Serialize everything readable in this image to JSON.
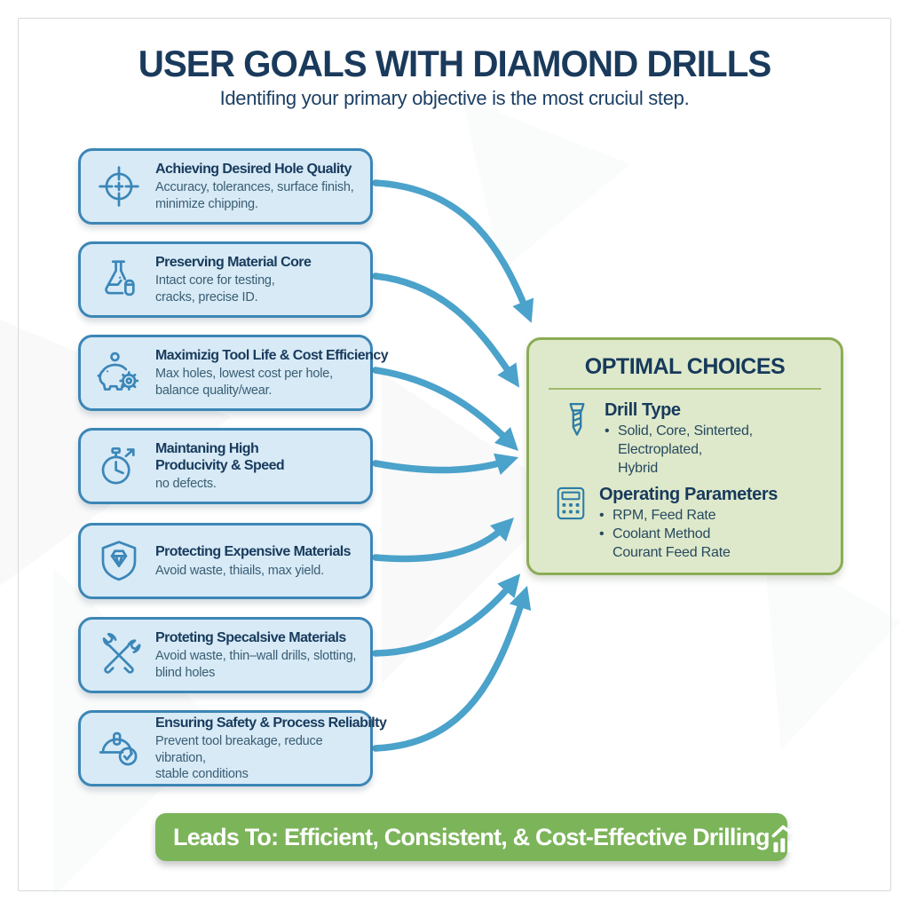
{
  "header": {
    "title": "USER GOALS WITH DIAMOND DRILLS",
    "subtitle": "Identifing your primary objective is the most cruciul step."
  },
  "goals": [
    {
      "icon": "crosshair-target-icon",
      "title": "Achieving Desired Hole Quality",
      "description": "Accuracy, tolerances, surface finish,\nminimize chipping."
    },
    {
      "icon": "flask-icon",
      "title": "Preserving Material Core",
      "description": "Intact core for testing,\ncracks, precise ID."
    },
    {
      "icon": "piggy-bank-gear-icon",
      "title": "Maximizig Tool Life & Cost Efficiency",
      "description": "Max holes, lowest cost per hole,\nbalance quality/wear."
    },
    {
      "icon": "stopwatch-icon",
      "title": "Maintaning High\nProducivity & Speed",
      "description": "no defects."
    },
    {
      "icon": "shield-diamond-icon",
      "title": "Protecting Expensive Materials",
      "description": "Avoid waste, thiails, max yield."
    },
    {
      "icon": "crossed-tools-icon",
      "title": "Proteting Specalsive Materials",
      "description": "Avoid waste, thin–wall drills, slotting,\nblind holes"
    },
    {
      "icon": "hard-hat-check-icon",
      "title": "Ensuring Safety & Process Reliabilty",
      "description": "Prevent tool breakage, reduce vibration,\nstable conditions"
    }
  ],
  "optimal_choices": {
    "title": "OPTIMAL CHOICES",
    "sections": [
      {
        "icon": "drill-bit-icon",
        "heading": "Drill Type",
        "bullets": [
          "Solid, Core, Sinterted,\nElectroplated,\nHybrid"
        ]
      },
      {
        "icon": "calculator-icon",
        "heading": "Operating Parameters",
        "bullets": [
          "RPM, Feed Rate",
          "Coolant Method\nCourant Feed Rate"
        ]
      }
    ]
  },
  "footer": {
    "banner_text": "Leads To: Efficient, Consistent, & Cost-Effective Drilling",
    "icon": "trending-up-chart-icon"
  },
  "colors": {
    "navy": "#1a3a5c",
    "box_fill": "#d7eaf6",
    "box_border": "#3c86b6",
    "icon_blue": "#3b86b8",
    "arrow_blue": "#4ba2ca",
    "panel_fill": "#dee9cb",
    "panel_border": "#8bac55",
    "banner_green": "#7cb45a",
    "body_text": "#3a5d74"
  }
}
